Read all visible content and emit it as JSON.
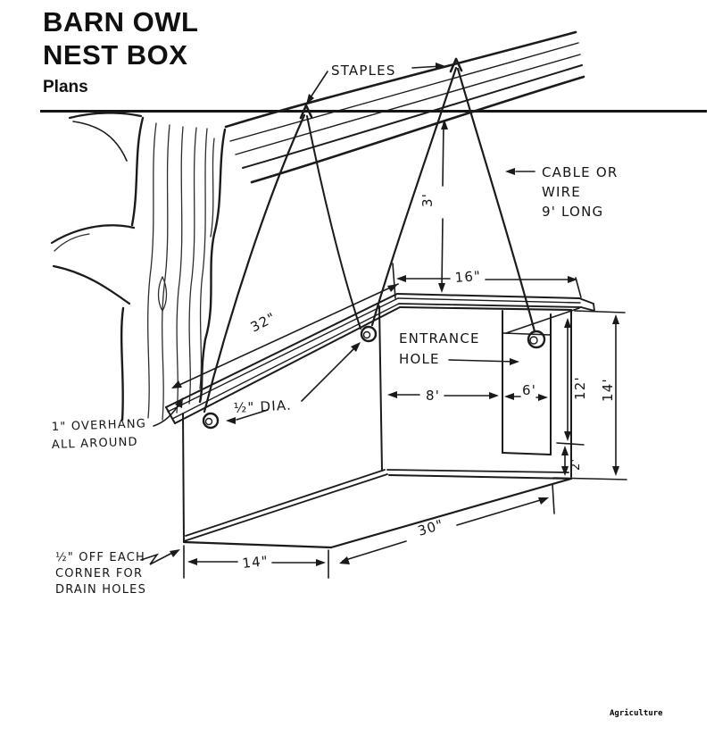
{
  "header": {
    "title_line1": "BARN OWL",
    "title_line2": "NEST BOX",
    "subtitle": "Plans"
  },
  "footer": {
    "credit": "Agriculture"
  },
  "diagram": {
    "labels": {
      "staples": "STAPLES",
      "cable_line1": "CABLE OR",
      "cable_line2": "WIRE",
      "cable_line3": "9' LONG",
      "entrance_line1": "ENTRANCE",
      "entrance_line2": "HOLE",
      "overhang_line1": "1\" OVERHANG",
      "overhang_line2": "ALL AROUND",
      "half_dia": "½\" DIA.",
      "drain_line1": "½\" OFF EACH",
      "drain_line2": "CORNER FOR",
      "drain_line3": "DRAIN HOLES"
    },
    "dimensions": {
      "drop": "3'",
      "roof_end": "16\"",
      "roof_length": "32\"",
      "hole_offset": "8'",
      "hole_width": "6'",
      "hole_height": "12'",
      "box_height": "14'",
      "bottom_gap": "2'",
      "box_depth": "14\"",
      "box_length": "30\""
    }
  }
}
